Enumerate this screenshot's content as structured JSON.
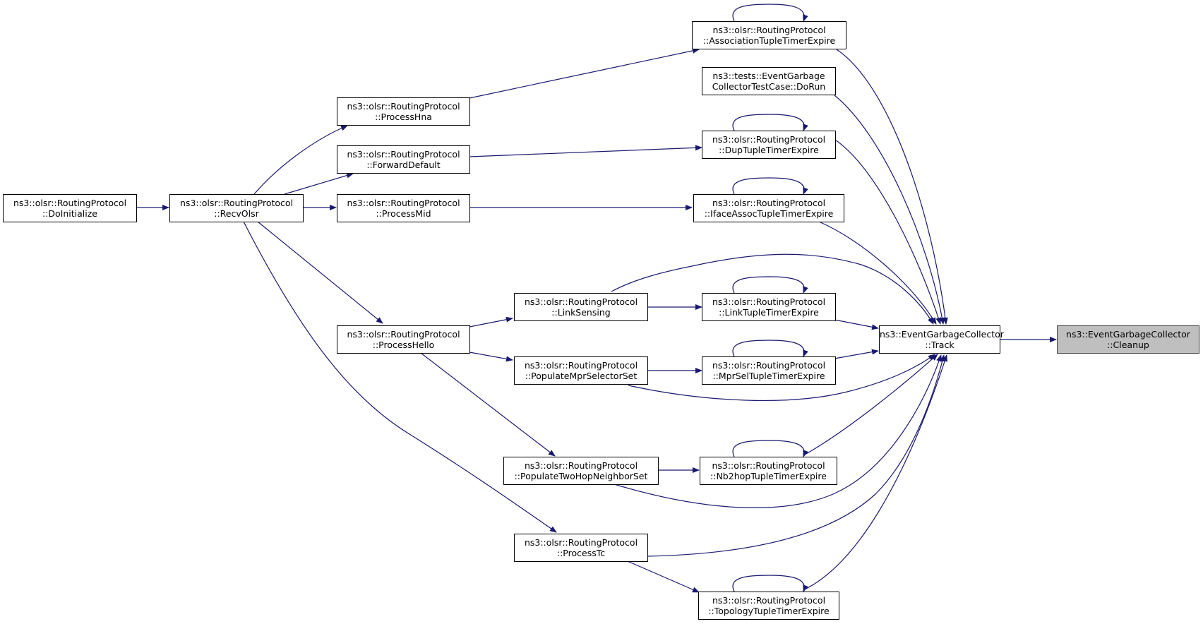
{
  "colors": {
    "edge": "#191970",
    "root_fill": "#bfbfbf",
    "node_border": "#000000"
  },
  "nodes": {
    "cleanup": {
      "line1": "ns3::EventGarbageCollector",
      "line2": "::Cleanup"
    },
    "track": {
      "line1": "ns3::EventGarbageCollector",
      "line2": "::Track"
    },
    "assoc": {
      "line1": "ns3::olsr::RoutingProtocol",
      "line2": "::AssociationTupleTimerExpire"
    },
    "dorun": {
      "line1": "ns3::tests::EventGarbage",
      "line2": "CollectorTestCase::DoRun"
    },
    "dup": {
      "line1": "ns3::olsr::RoutingProtocol",
      "line2": "::DupTupleTimerExpire"
    },
    "iface": {
      "line1": "ns3::olsr::RoutingProtocol",
      "line2": "::IfaceAssocTupleTimerExpire"
    },
    "linktuple": {
      "line1": "ns3::olsr::RoutingProtocol",
      "line2": "::LinkTupleTimerExpire"
    },
    "mprsel": {
      "line1": "ns3::olsr::RoutingProtocol",
      "line2": "::MprSelTupleTimerExpire"
    },
    "nb2hop": {
      "line1": "ns3::olsr::RoutingProtocol",
      "line2": "::Nb2hopTupleTimerExpire"
    },
    "topology": {
      "line1": "ns3::olsr::RoutingProtocol",
      "line2": "::TopologyTupleTimerExpire"
    },
    "linksensing": {
      "line1": "ns3::olsr::RoutingProtocol",
      "line2": "::LinkSensing"
    },
    "populatempr": {
      "line1": "ns3::olsr::RoutingProtocol",
      "line2": "::PopulateMprSelectorSet"
    },
    "populatetwo": {
      "line1": "ns3::olsr::RoutingProtocol",
      "line2": "::PopulateTwoHopNeighborSet"
    },
    "processtc": {
      "line1": "ns3::olsr::RoutingProtocol",
      "line2": "::ProcessTc"
    },
    "processhna": {
      "line1": "ns3::olsr::RoutingProtocol",
      "line2": "::ProcessHna"
    },
    "forward": {
      "line1": "ns3::olsr::RoutingProtocol",
      "line2": "::ForwardDefault"
    },
    "processmid": {
      "line1": "ns3::olsr::RoutingProtocol",
      "line2": "::ProcessMid"
    },
    "processhello": {
      "line1": "ns3::olsr::RoutingProtocol",
      "line2": "::ProcessHello"
    },
    "recvolsr": {
      "line1": "ns3::olsr::RoutingProtocol",
      "line2": "::RecvOlsr"
    },
    "doinit": {
      "line1": "ns3::olsr::RoutingProtocol",
      "line2": "::DoInitialize"
    }
  }
}
